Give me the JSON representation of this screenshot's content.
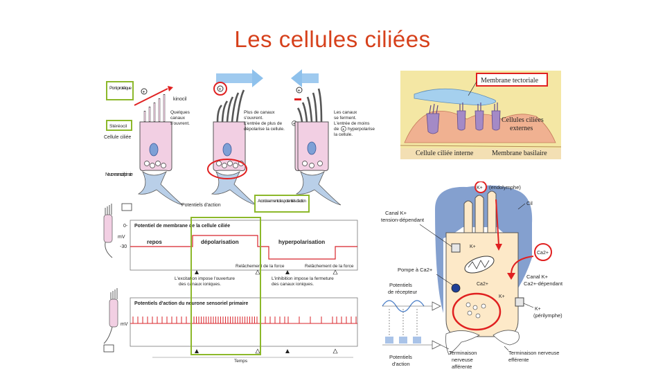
{
  "slide": {
    "title": "Les cellules  ciliées"
  },
  "hair_cells_panel": {
    "labels": {
      "pont_proteique": "Pont protéique",
      "stereocil": "Stéréocil",
      "kinocil": "kinocil",
      "cellule_ciliee": "Cellule ciliée",
      "neurone": "Neurone sensoriel primaire",
      "potentiels_action": "Potentiels d'action",
      "accroissement": "Accroissement des potentiels d'action"
    },
    "captions": {
      "left": [
        "Quelques",
        "canaux",
        "s'ouvrent."
      ],
      "middle": [
        "Plus de canaux",
        "s'ouvrent.",
        "L'entrée de plus de",
        "dépolarise la cellule."
      ],
      "right": [
        "Les canaux",
        "se ferment.",
        "L'entrée de moins",
        "de",
        "hyperpolarise",
        "la cellule."
      ]
    }
  },
  "membrane_chart": {
    "title": "Potentiel de membrane de la cellule ciliée",
    "y_ticks": [
      "0-",
      "-30"
    ],
    "unit": "mV",
    "phases": [
      "repos",
      "dépolarisation",
      "hyperpolarisation"
    ],
    "annotations": {
      "relachement_1": "Relâchement de la force",
      "relachement_2": "Relâchement de la force",
      "excitation": [
        "L'excitation impose l'ouverture",
        "des canaux ioniques."
      ],
      "inhibition": [
        "L'inhibition impose la fermeture",
        "des canaux ioniques."
      ]
    }
  },
  "action_chart": {
    "title": "Potentiels d'action du neurone sensoriel primaire",
    "unit": "mV",
    "xlabel": "Temps"
  },
  "cochlea_panel": {
    "labels": {
      "membrane_tectoriale": "Membrane tectoriale",
      "cellules_ciliees_externes": [
        "Cellules ciliées",
        "externes"
      ],
      "cellule_ciliee_interne": "Cellule ciliée interne",
      "membrane_basilaire": "Membrane basilaire"
    }
  },
  "ion_panel": {
    "labels": {
      "k_endolymphe_ion": "K+",
      "k_endolymphe": "(endolymphe)",
      "cil": "Cil",
      "canal_k": [
        "Canal  K+",
        "tension-dépendant"
      ],
      "k_channel_label": "K+",
      "ca_ion": "Ca2+",
      "pompe": "Pompe à Ca2+",
      "ca_inside": "Ca2+",
      "canal_k_ca": [
        "Canal K+",
        "Ca2+-dépendant"
      ],
      "potentiels_recepteur": [
        "Potentiels",
        "de récepteur"
      ],
      "k_inside": "K+",
      "k_perilymphe": [
        "K+",
        "(périlymphe)"
      ],
      "potentiels_action": [
        "Potentiels",
        "d'action"
      ],
      "terminaison_afferente": [
        "Terminaison",
        "nerveuse",
        "afférente"
      ],
      "terminaison_efferente": [
        "Terminaison nerveuse",
        "efférente"
      ]
    }
  },
  "colors": {
    "title": "#d6401b",
    "annotation_red": "#e02020",
    "highlight_green": "#8cb82a",
    "cell_fill": "#f2cfe3",
    "neuron_fill": "#b9cfe8",
    "blue_arrow": "#8ec1ec",
    "chart_line": "#d8232a",
    "cochlea_bg": "#f4e7a4",
    "endolymph_blue": "#6e8fc7",
    "cell_cream": "#fde9c8"
  }
}
